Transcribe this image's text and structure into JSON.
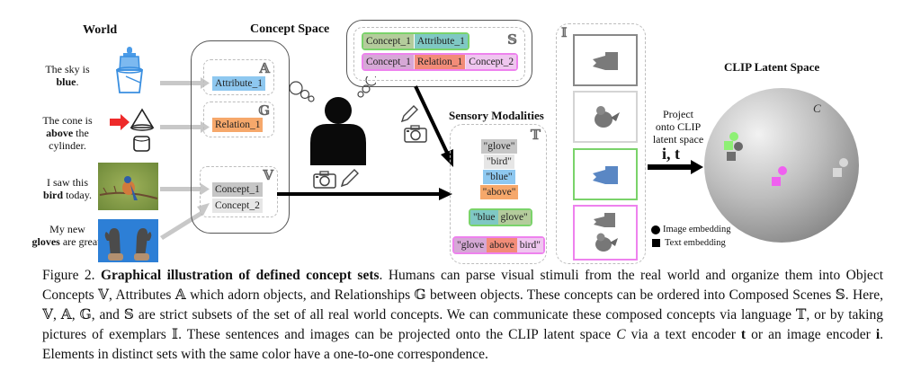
{
  "figure": {
    "world": {
      "title": "World",
      "items": [
        {
          "pre": "The sky is",
          "bold": "blue",
          "post": ".",
          "icon": "bottle-bucket-icon"
        },
        {
          "pre": "The cone is",
          "bold": "above",
          "post": " the cylinder.",
          "icon": "cone-cylinder-icon"
        },
        {
          "pre": "I saw this",
          "bold": "bird",
          "post": " today.",
          "icon": "bird-photo"
        },
        {
          "pre": "My new",
          "bold": "gloves",
          "post": " are great.",
          "icon": "gloves-photo"
        }
      ]
    },
    "concept_space": {
      "title": "Concept Space",
      "attributes": {
        "label": "𝔸",
        "items": [
          "Attribute_1"
        ]
      },
      "relations": {
        "label": "𝔾",
        "items": [
          "Relation_1"
        ]
      },
      "objects": {
        "label": "𝕍",
        "items": [
          "Concept_1",
          "Concept_2"
        ]
      }
    },
    "scenes": {
      "label": "𝕊",
      "row1": [
        "Concept_1",
        "Attribute_1"
      ],
      "row2": [
        "Concept_1",
        "Relation_1",
        "Concept_2"
      ]
    },
    "sensory": {
      "title": "Sensory Modalities",
      "text_label": "𝕋",
      "words": [
        "\"glove\"",
        "\"bird\"",
        "\"blue\"",
        "\"above\""
      ],
      "phrase1": [
        "\"blue",
        "glove\""
      ],
      "phrase2": [
        "\"glove",
        "above",
        "bird\""
      ],
      "image_label": "𝕀"
    },
    "projection": {
      "text": [
        "Project",
        "onto CLIP",
        "latent space"
      ],
      "encoders": "i, t"
    },
    "clip": {
      "title": "CLIP Latent Space",
      "space_label": "C",
      "legend": [
        "Image embedding",
        "Text embedding"
      ]
    },
    "colors": {
      "attribute": "#8ec8f0",
      "relation": "#f6a86b",
      "concept1": "#c6c6c6",
      "concept2": "#e6e6e6",
      "scene_green_border": "#7ad36a",
      "scene_pink_border": "#ee82ee",
      "s_concept1_green": "#b4cc9c",
      "s_attribute_teal": "#7fc8c4",
      "s_concept_pink": "#d6a8d6",
      "s_relation": "#f28c78",
      "s_concept2_pink": "#efc6ef"
    }
  },
  "caption": {
    "label": "Figure 2.",
    "bold": "Graphical illustration of defined concept sets",
    "text": ". Humans can parse visual stimuli from the real world and organize them into Object Concepts 𝕍, Attributes 𝔸 which adorn objects, and Relationships 𝔾 between objects. These concepts can be ordered into Composed Scenes 𝕊. Here, 𝕍, 𝔸, 𝔾, and 𝕊 are strict subsets of the set of all real world concepts. We can communicate these composed concepts via language 𝕋, or by taking pictures of exemplars 𝕀. These sentences and images can be projected onto the CLIP latent space ",
    "c": "C",
    "text2": " via a text encoder ",
    "t": "t",
    "text3": " or an image encoder ",
    "i": "i",
    "text4": ". Elements in distinct sets with the same color have a one-to-one correspondence."
  }
}
